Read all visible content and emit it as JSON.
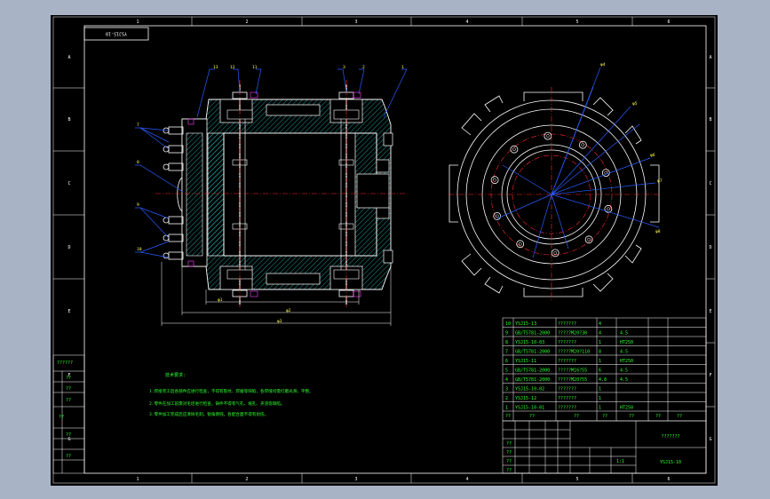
{
  "drawing_code_box": "YSJ15-10",
  "column_labels": [
    "1",
    "2",
    "3",
    "4",
    "5",
    "6"
  ],
  "row_labels": [
    "A",
    "B",
    "C",
    "D",
    "E",
    "F",
    "G"
  ],
  "part_balloons_left": [
    "13",
    "12",
    "11"
  ],
  "part_balloons_right": [
    "3",
    "2",
    "1"
  ],
  "part_balloons_side": [
    "7",
    "8",
    "9",
    "10"
  ],
  "tech_title": "技术要求:",
  "tech_lines": [
    "1.焊接完工后各部件应进行检查，不得有裂纹、焊瘤等缺陷，各焊缝均需打磨光滑，平整。",
    "2.零件在加工前需对毛坯进行检查，铸件不得有气孔、缩孔、夹渣等缺陷。",
    "3.零件加工完成后应清除毛刺，锐角倒钝，各配合面不得有划伤。"
  ],
  "bom_rows": [
    {
      "no": "10",
      "code": "YSJ15-13",
      "name": "???????",
      "qty": "4",
      "mat": ""
    },
    {
      "no": "9",
      "code": "GB/T5781-2000",
      "name": "?????M20?30",
      "qty": "4",
      "mat": "4.5"
    },
    {
      "no": "8",
      "code": "YSJ15-10-03",
      "name": "???????",
      "qty": "1",
      "mat": "HT250"
    },
    {
      "no": "7",
      "code": "GB/T5781-2000",
      "name": "?????M20?110",
      "qty": "8",
      "mat": "4.5"
    },
    {
      "no": "6",
      "code": "YSJ15-11",
      "name": "???????",
      "qty": "1",
      "mat": "HT250"
    },
    {
      "no": "5",
      "code": "GB/T5781-2000",
      "name": "?????M16?55",
      "qty": "6",
      "mat": "4.5"
    },
    {
      "no": "4",
      "code": "GB/T5781-2000",
      "name": "?????M20?55",
      "qty": "4.8",
      "mat": "4.5"
    },
    {
      "no": "3",
      "code": "YSJ15-10-02",
      "name": "???????",
      "qty": "1",
      "mat": ""
    },
    {
      "no": "2",
      "code": "YSJ15-12",
      "name": "???????",
      "qty": "1",
      "mat": ""
    },
    {
      "no": "1",
      "code": "YSJ15-10-01",
      "name": "???????",
      "qty": "1",
      "mat": "HT250"
    }
  ],
  "bom_header": [
    "??",
    "??",
    "??",
    "??",
    "??",
    "??",
    "??"
  ],
  "title_block": {
    "drawing_name": "???????",
    "drawing_code": "YSJ15-10",
    "scale_small": "1:1",
    "left_texts": [
      "??",
      "??",
      "??",
      "??"
    ]
  },
  "left_strip": [
    "??????",
    "??",
    "??",
    "??",
    "??",
    "??",
    "??"
  ],
  "colors": {
    "background": "#000000",
    "frame": "#ffffff",
    "text": "#2dff2d",
    "centerline": "#ff2a2a",
    "detail": "#2a5cff",
    "hatch": "#2dd8d8"
  }
}
